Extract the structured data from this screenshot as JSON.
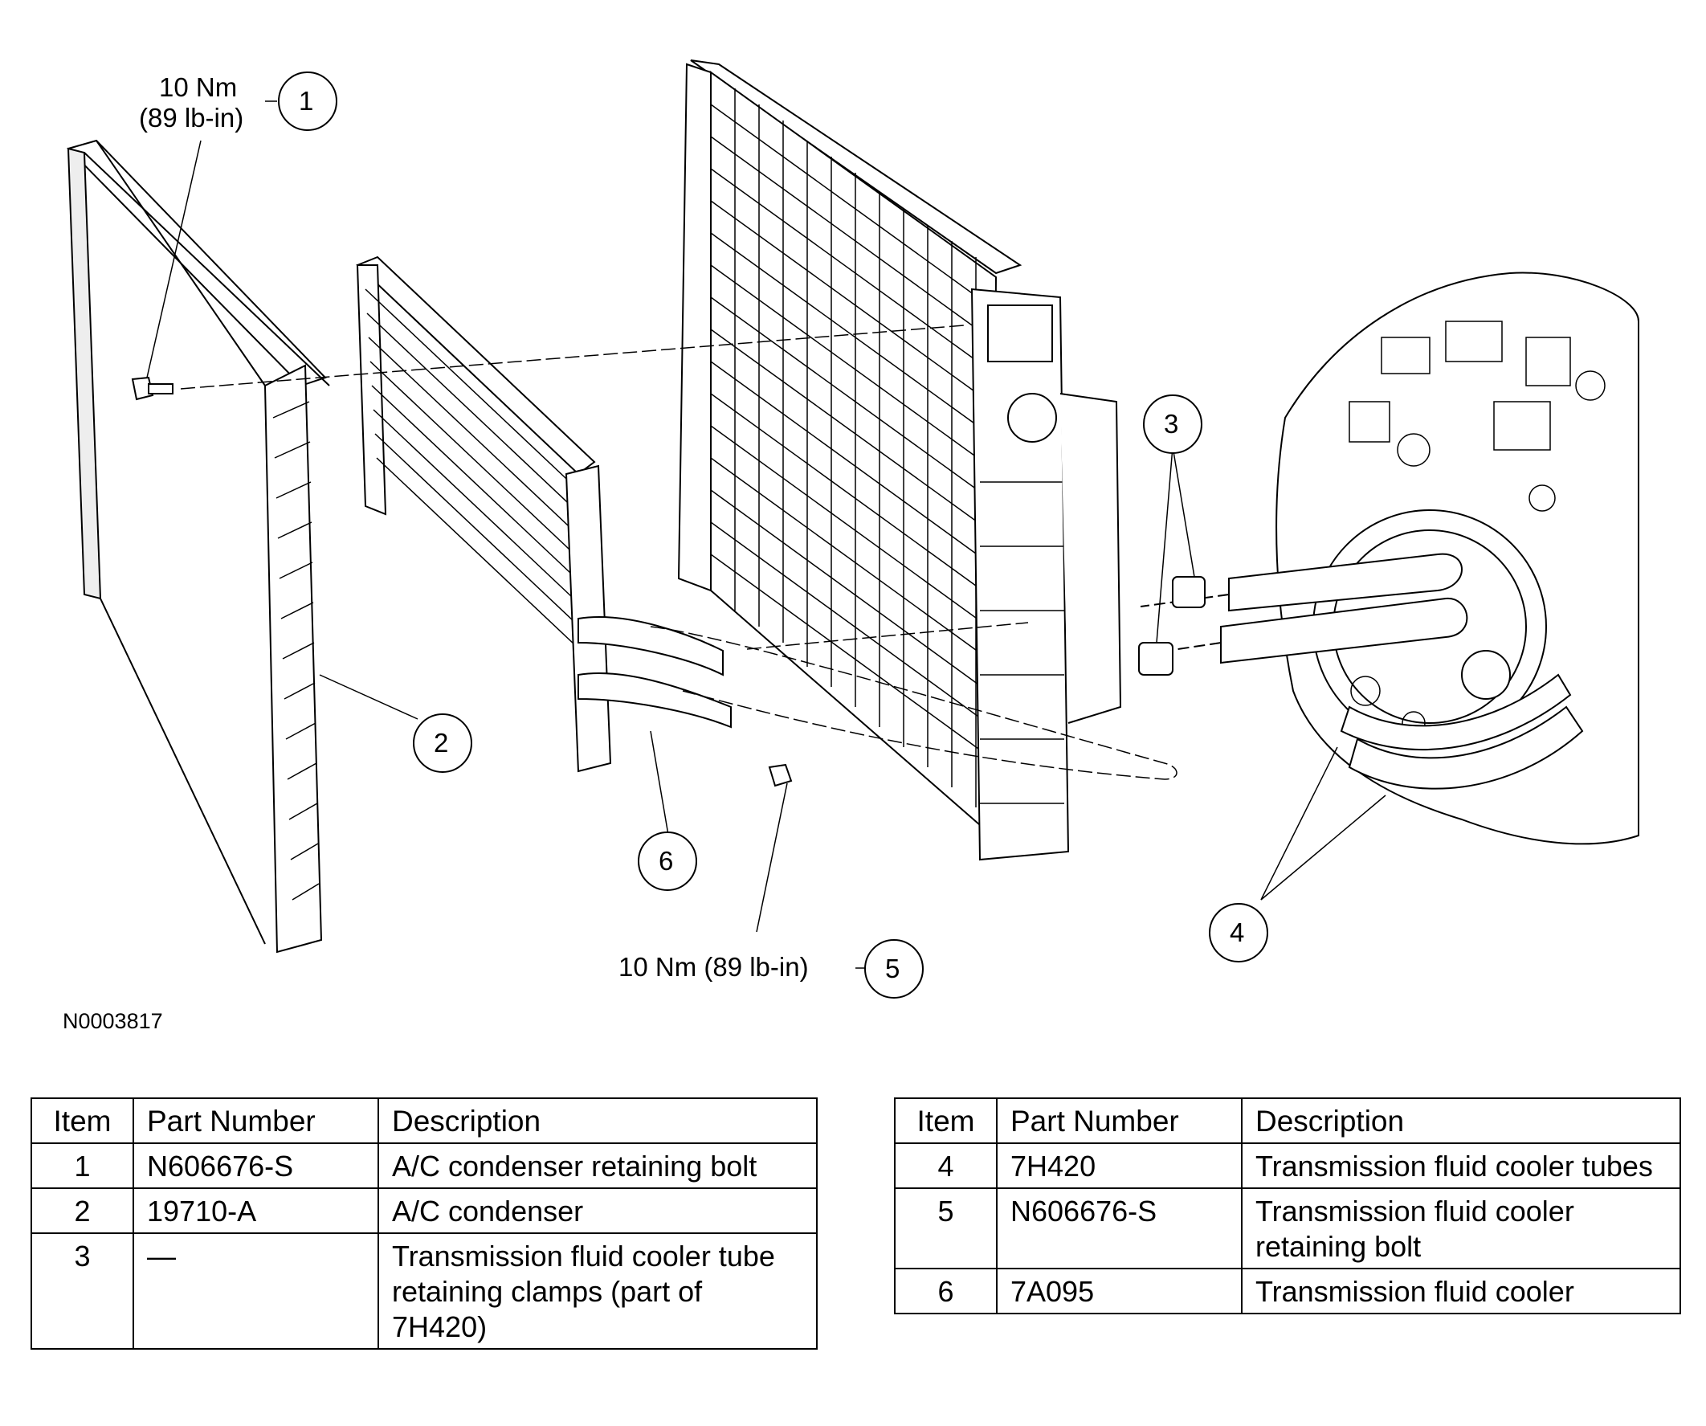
{
  "figure_id": "N0003817",
  "torque_labels": {
    "bolt1": [
      "10 Nm",
      "(89 lb-in)"
    ],
    "bolt5": "10 Nm (89 lb-in)"
  },
  "callouts": [
    "1",
    "2",
    "3",
    "4",
    "5",
    "6"
  ],
  "table_headers": [
    "Item",
    "Part Number",
    "Description"
  ],
  "table_left": [
    {
      "item": "1",
      "part": "N606676-S",
      "desc": "A/C condenser retaining bolt"
    },
    {
      "item": "2",
      "part": "19710-A",
      "desc": "A/C condenser"
    },
    {
      "item": "3",
      "part": "—",
      "desc": "Transmission fluid cooler tube retaining clamps (part of 7H420)"
    }
  ],
  "table_right": [
    {
      "item": "4",
      "part": "7H420",
      "desc": "Transmission fluid cooler tubes"
    },
    {
      "item": "5",
      "part": "N606676-S",
      "desc": "Transmission fluid cooler retaining bolt"
    },
    {
      "item": "6",
      "part": "7A095",
      "desc": "Transmission fluid cooler"
    }
  ]
}
